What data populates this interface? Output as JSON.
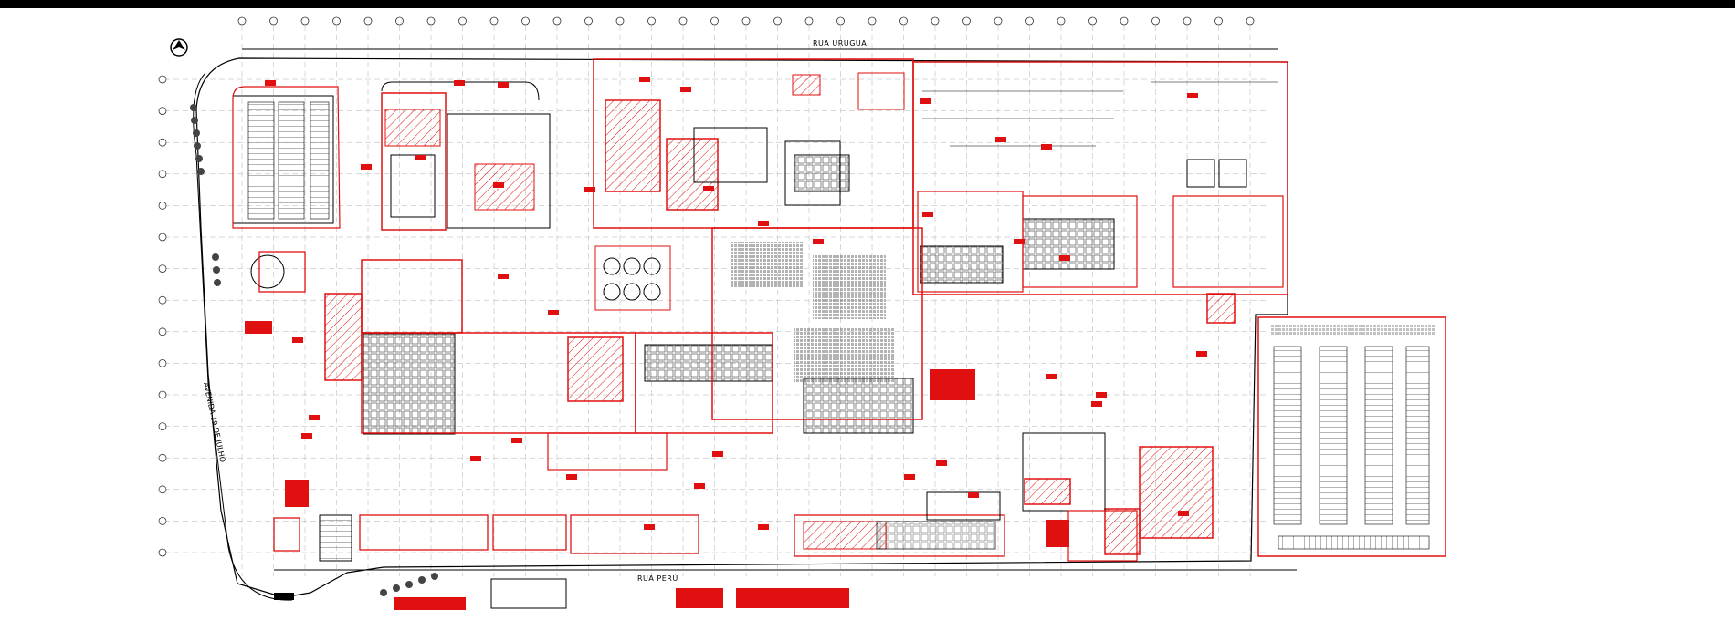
{
  "drawing": {
    "street_north": "RUA URUGUAI",
    "street_south": "RUA PERÚ",
    "street_west": "AVENIDA 19 DE JULHO"
  },
  "colors": {
    "background": "#ffffff",
    "linework": "#000000",
    "annotation": "#e01010",
    "grid": "#9a9a9a",
    "hatch": "#e01010"
  },
  "icons": {
    "north_arrow": "north-arrow-icon",
    "fire_extinguisher": "extinguisher-icon"
  }
}
